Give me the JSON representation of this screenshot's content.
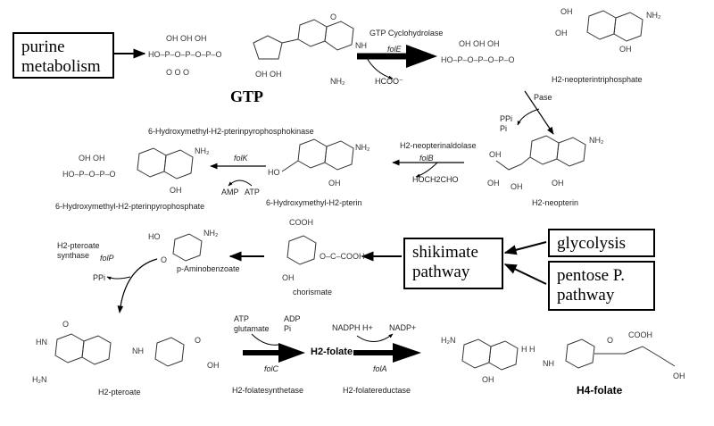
{
  "boxes": {
    "purine": "purine metabolism",
    "shikimate": "shikimate pathway",
    "glycolysis": "glycolysis",
    "pentose": "pentose P. pathway"
  },
  "compounds": {
    "gtp": "GTP",
    "h2_neopterin_triphosphate": "H2-neopterintriphosphate",
    "h2_neopterin": "H2-neopterin",
    "hm_h2_pterin": "6-Hydroxymethyl-H2-pterin",
    "hm_h2_pterin_pp": "6-Hydroxymethyl-H2-pterinpyrophosphate",
    "chorismate": "chorismate",
    "pabA": "p-Aminobenzoate",
    "h2_pteroate": "H2-pteroate",
    "h2_folate": "H2-folate",
    "h4_folate": "H4-folate"
  },
  "enzymes": {
    "gtp_cyclohydrolase": "GTP Cyclohydrolase",
    "folE": "folE",
    "pase": "Pase",
    "aldolase": "H2-neopterinaldolase",
    "folB": "folB",
    "kinase": "6-Hydroxymethyl-H2-pterinpyrophosphokinase",
    "folK": "folK",
    "pteroate_synthase": "H2-pteroate synthase",
    "folP": "folP",
    "folate_synthetase": "H2-folatesynthetase",
    "folC": "folC",
    "folate_reductase": "H2-folatereductase",
    "folA": "folA"
  },
  "cofactors": {
    "hcooh": "HCOO⁻",
    "ppi_pi": "PPi Pi",
    "hoch2cho": "HOCH2CHO",
    "amp": "AMP",
    "atp_k": "ATP",
    "ppi": "PPi",
    "atp_glutamate": "ATP glutamate",
    "adp_pi": "ADP Pi",
    "nadph": "NADPH H+",
    "nadp": "NADP+"
  }
}
